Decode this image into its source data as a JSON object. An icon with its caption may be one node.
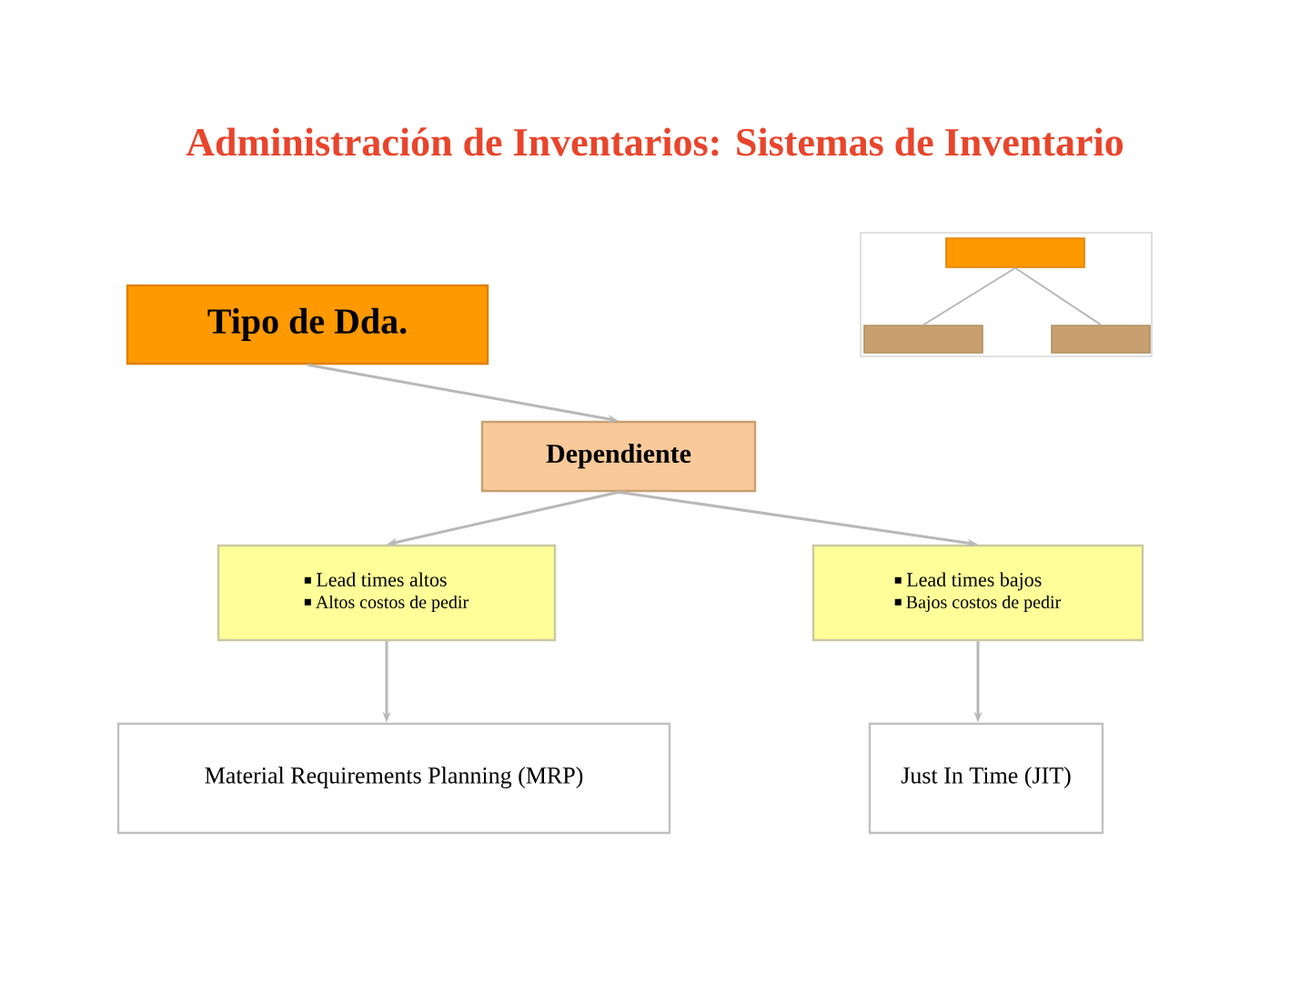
{
  "diagram": {
    "title": "Administración de Inventarios: Sistemas de Inventario",
    "nodes": [
      {
        "text": [
          "Tipo de Dda."
        ]
      },
      {
        "text": [
          "Dependiente"
        ]
      },
      {
        "text": [
          "Lead times altos",
          "Altos costos de pedir"
        ]
      },
      {
        "text": [
          "Lead times bajos",
          "Bajos costos de pedir"
        ]
      },
      {
        "text": [
          "Material Requirements Planning (MRP)"
        ]
      },
      {
        "text": [
          "Just In Time (JIT)"
        ]
      },
      {
        "text": [],
        "shape": "box"
      },
      {
        "text": [],
        "shape": "box",
        "in": 6
      },
      {
        "text": [],
        "shape": "box",
        "in": 6
      },
      {
        "text": [],
        "shape": "box",
        "in": 6
      }
    ],
    "edges": [
      {
        "from": 0,
        "to": 1,
        "arrow": "to"
      },
      {
        "from": 1,
        "to": 2,
        "arrow": "to"
      },
      {
        "from": 1,
        "to": 3,
        "arrow": "to"
      },
      {
        "from": 2,
        "to": 4,
        "arrow": "to"
      },
      {
        "from": 3,
        "to": 5,
        "arrow": "to"
      },
      {
        "from": 7,
        "to": 8,
        "arrow": "none"
      },
      {
        "from": 7,
        "to": 9,
        "arrow": "none"
      }
    ]
  }
}
